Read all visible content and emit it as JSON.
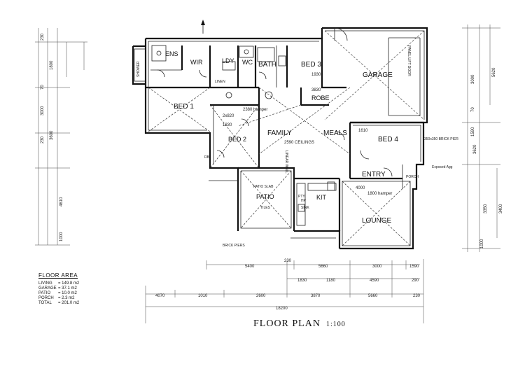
{
  "title": "FLOOR PLAN",
  "scale": "1:100",
  "rooms": {
    "ens": "ENS",
    "wir": "WIR",
    "ldy": "LDY",
    "wc": "WC",
    "bath": "BATH",
    "bed3": "BED 3",
    "garage": "GARAGE",
    "bed1": "BED 1",
    "robe": "ROBE",
    "family": "FAMILY",
    "meals": "MEALS",
    "bed2": "BED 2",
    "bed4": "BED 4",
    "entry": "ENTRY",
    "patio": "PATIO",
    "kit": "KIT",
    "lounge": "LOUNGE",
    "porch": "PORCH",
    "linen": "LINEN",
    "pty": "PTY"
  },
  "notes": {
    "ceiling": "2590 CEILINGS",
    "hamper_hall": "2380 hamper",
    "hamper_lounge": "1800 hamper",
    "lining_wall": "LINEAR WALL",
    "garage_door": "PANEL LIFT DOOR",
    "patio_slab": "PATIO SLAB",
    "tiles": "TILES",
    "brick_piers": "BRICK PIERS",
    "exposed_agg": "Exposed Agg",
    "brick_pier": "350x350 BRICK PIER",
    "shower": "SHOWER",
    "sink": "SINK",
    "hp": "HP",
    "rb": "RB"
  },
  "dims": {
    "bottom_row1": [
      "5400",
      "230",
      "5660",
      "3000",
      "1590"
    ],
    "bottom_row2": [
      "1830",
      "1180",
      "4590",
      "290"
    ],
    "bottom_row3": [
      "4070",
      "1010",
      "2600",
      "3870",
      "5660",
      "230"
    ],
    "overall": "18200",
    "right_side": [
      "5620",
      "3000",
      "70",
      "1590",
      "3350",
      "3400",
      "3620",
      "1000"
    ],
    "left_side": [
      "230",
      "1800",
      "70",
      "3000",
      "3600",
      "230",
      "4610",
      "1000"
    ],
    "internal": [
      "2x820",
      "1830",
      "1930",
      "3830",
      "1610",
      "4000"
    ]
  },
  "floor_area": {
    "heading": "FLOOR AREA",
    "rows": [
      {
        "label": "LIVING",
        "value": "= 149.8 m2"
      },
      {
        "label": "GARAGE",
        "value": "= 37.1 m2"
      },
      {
        "label": "PATIO",
        "value": "= 10.0 m2"
      },
      {
        "label": "PORCH",
        "value": "= 2.3 m2"
      },
      {
        "label": "TOTAL",
        "value": "= 201.0 m2"
      }
    ]
  }
}
